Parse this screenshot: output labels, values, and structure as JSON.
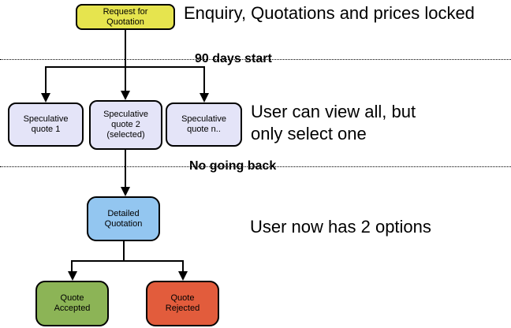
{
  "diagram": {
    "title_annotation": "Enquiry, Quotations and prices locked",
    "nodes": {
      "request_for_quotation": {
        "label": "Request for\nQuotation",
        "fill": "#e6e44e"
      },
      "speculative_quote_1": {
        "label": "Speculative\nquote 1",
        "fill": "#e4e4f8"
      },
      "speculative_quote_2": {
        "label": "Speculative\nquote 2\n(selected)",
        "fill": "#e4e4f8"
      },
      "speculative_quote_n": {
        "label": "Speculative\nquote n..",
        "fill": "#e4e4f8"
      },
      "detailed_quotation": {
        "label": "Detailed\nQuotation",
        "fill": "#93c6f0"
      },
      "quote_accepted": {
        "label": "Quote\nAccepted",
        "fill": "#8cb456"
      },
      "quote_rejected": {
        "label": "Quote\nRejected",
        "fill": "#e25c3c"
      }
    },
    "phase_dividers": {
      "divider_1": {
        "label": "90 days start"
      },
      "divider_2": {
        "label": "No going back"
      }
    },
    "annotations": {
      "view_all": {
        "text": "User can view all, but\nonly select one"
      },
      "two_options": {
        "text": "User now has 2 options"
      }
    },
    "colors": {
      "background": "#ffffff",
      "connector_line": "#000000",
      "node_border": "#000000",
      "text": "#000000"
    }
  }
}
